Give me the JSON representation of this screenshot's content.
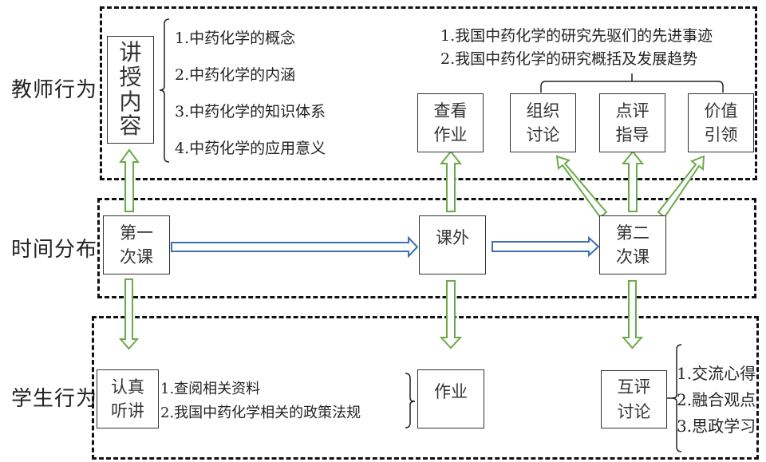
{
  "rows": {
    "teacher": "教师行为",
    "time": "时间分布",
    "student": "学生行为"
  },
  "teacher": {
    "lecture_box": [
      "讲",
      "授",
      "内",
      "容"
    ],
    "lecture_items": [
      "1.中药化学的概念",
      "2.中药化学的内涵",
      "3.中药化学的知识体系",
      "4.中药化学的应用意义"
    ],
    "check_homework": [
      "查看",
      "作业"
    ],
    "second_class_items": [
      "1.我国中药化学的研究先驱们的先进事迹",
      "2.我国中药化学的研究概括及发展趋势"
    ],
    "organize": [
      "组织",
      "讨论"
    ],
    "comment": [
      "点评",
      "指导"
    ],
    "value": [
      "价值",
      "引领"
    ]
  },
  "time": {
    "first_class": [
      "第一",
      "次课"
    ],
    "after_class": [
      "课外"
    ],
    "second_class": [
      "第二",
      "次课"
    ]
  },
  "student": {
    "listen": [
      "认真",
      "听讲"
    ],
    "homework_items": [
      "1.查阅相关资料",
      "2.我国中药化学相关的政策法规"
    ],
    "homework": [
      "作业"
    ],
    "peer_review": [
      "互评",
      "讨论"
    ],
    "peer_items": [
      "1.交流心得",
      "2.融合观点",
      "3.思政学习"
    ]
  },
  "colors": {
    "green_arrow": "#6aaa4c",
    "blue_arrow": "#3b6fb6",
    "dashed_border": "#111111"
  }
}
